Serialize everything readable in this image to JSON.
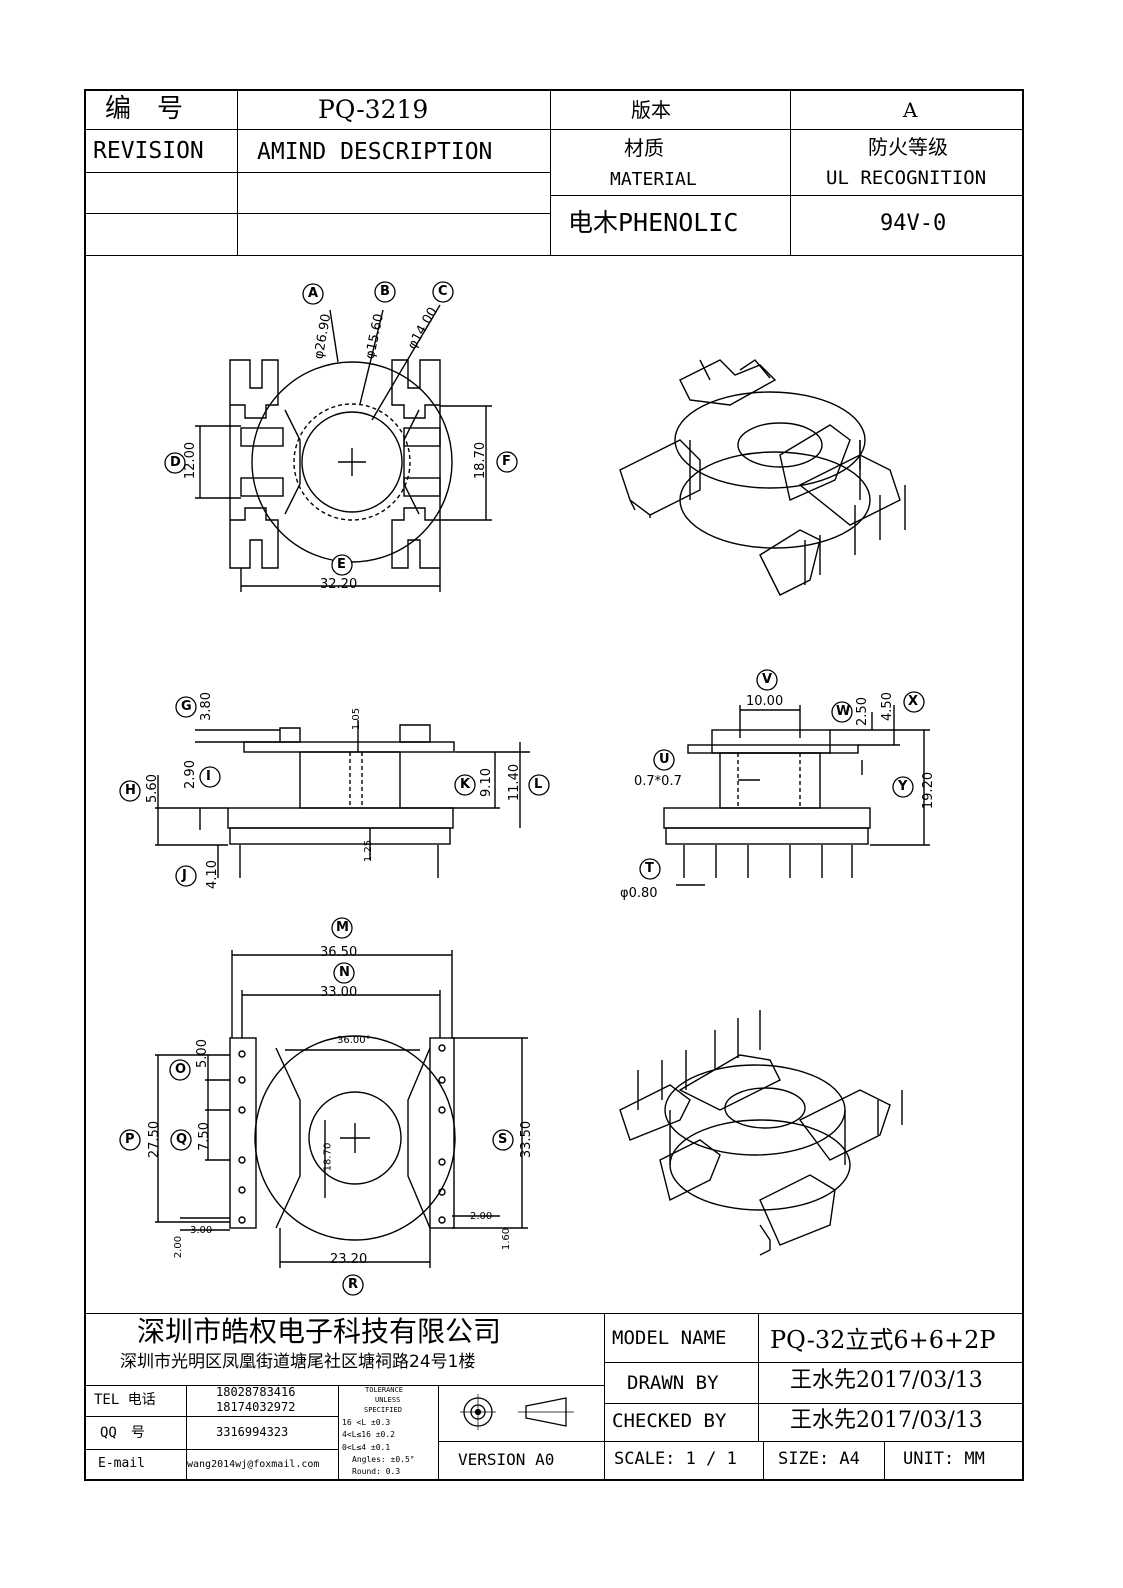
{
  "header": {
    "number_label": "编　号",
    "part_number": "PQ-3219",
    "version_label": "版本",
    "version_value": "A",
    "revision_label": "REVISION",
    "amend_label": "AMIND DESCRIPTION",
    "material_label_cn": "材质",
    "material_label_en": "MATERIAL",
    "fire_label_cn": "防火等级",
    "fire_label_en": "UL RECOGNITION",
    "material_value": "电木PHENOLIC",
    "fire_value": "94V-0"
  },
  "top_view": {
    "callouts": [
      "A",
      "B",
      "C",
      "D",
      "E",
      "F"
    ],
    "dims": {
      "a": "φ26.90",
      "b": "φ15.60",
      "c": "φ14.00",
      "d": "12.00",
      "e": "32.20",
      "f": "18.70"
    }
  },
  "front_view": {
    "callouts": [
      "G",
      "H",
      "I",
      "J",
      "K",
      "L"
    ],
    "dims": {
      "g": "3.80",
      "h": "5.60",
      "i": "2.90",
      "j": "4.10",
      "k": "9.10",
      "l": "11.40",
      "top": "1.05",
      "bottom": "1.25"
    }
  },
  "side_view": {
    "callouts": [
      "V",
      "W",
      "X",
      "U",
      "Y",
      "T"
    ],
    "dims": {
      "v": "10.00",
      "w": "2.50",
      "x": "4.50",
      "u": "0.7*0.7",
      "y": "19.20",
      "t": "φ0.80"
    }
  },
  "bottom_view": {
    "callouts": [
      "M",
      "N",
      "O",
      "P",
      "Q",
      "R",
      "S"
    ],
    "dims": {
      "m": "36.50",
      "n": "33.00",
      "o": "5.00",
      "p": "27.50",
      "q": "7.50",
      "r": "23.20",
      "s": "33.50",
      "angle": "36.00°",
      "inner": "18.70",
      "left_w": "3.00",
      "left_h": "2.00",
      "right_w": "2.00",
      "right_h": "1.60"
    }
  },
  "title_block": {
    "company": "深圳市皓权电子科技有限公司",
    "address": "深圳市光明区凤凰街道塘尾社区塘祠路24号1楼",
    "tel_label": "TEL 电话",
    "tel_1": "18028783416",
    "tel_2": "18174032972",
    "qq_label": "QQ　号",
    "qq_value": "3316994323",
    "email_label": "E-mail",
    "email_value": "wang2014wj@foxmail.com",
    "tolerance": [
      "TOLERANCE",
      "UNLESS",
      "SPECIFIED",
      "16 <L        ±0.3",
      "4<L≤16      ±0.2",
      "0<L≤4       ±0.1",
      "Angles: ±0.5°",
      "Round: 0.3"
    ],
    "version": "VERSION A0",
    "model_label": "MODEL NAME",
    "model_value": "PQ-32立式6+6+2P",
    "drawn_label": "DRAWN BY",
    "drawn_value": "王水先2017/03/13",
    "checked_label": "CHECKED BY",
    "checked_value": "王水先2017/03/13",
    "scale": "SCALE: 1 / 1",
    "size": "SIZE: A4",
    "unit": "UNIT: MM"
  }
}
